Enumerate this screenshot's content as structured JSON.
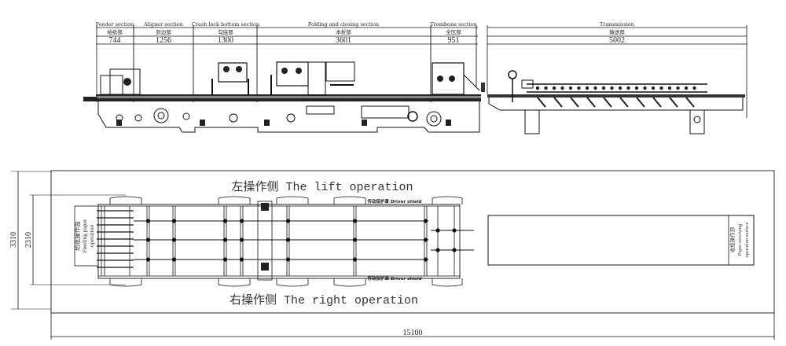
{
  "drawing": {
    "title": "Folder gluer machine layout",
    "elevation_view": {
      "sections": [
        {
          "name_en": "Feeder section",
          "name_cn": "给纸部",
          "length": "744"
        },
        {
          "name_en": "Aligner section",
          "name_cn": "到边部",
          "length": "1256"
        },
        {
          "name_en": "Crash lock bottom section",
          "name_cn": "勾底部",
          "length": "1300"
        },
        {
          "name_en": "Folding and closing section",
          "name_cn": "本折部",
          "length": "3601"
        },
        {
          "name_en": "Trombone section",
          "name_cn": "全压部",
          "length": "951"
        },
        {
          "name_en": "Transmission",
          "name_cn": "输送部",
          "length": "5002"
        }
      ]
    },
    "plan_view": {
      "left_operation": "左操作侧 The lift operation",
      "right_operation": "右操作侧 The right operation",
      "driver_shield_top": "传动保护罩 Driver shield",
      "driver_shield_bottom": "传动保护罩 Driver shield",
      "feeding_label": [
        "给纸操作面",
        "Feeding paper",
        "operation"
      ],
      "receiving_label": [
        "收纸操作部",
        "Paper receiving",
        "operation surface"
      ],
      "overall_width": "3310",
      "machine_width": "2310",
      "overall_length": "15100"
    }
  }
}
